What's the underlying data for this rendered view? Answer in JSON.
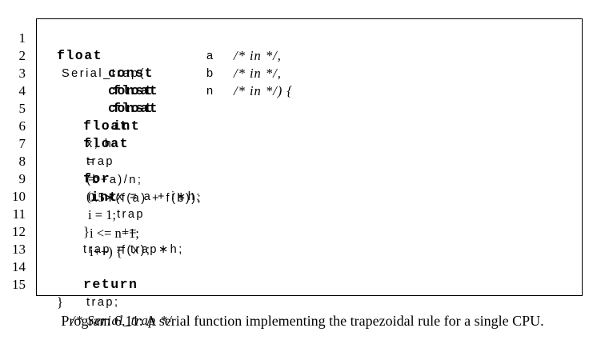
{
  "line_numbers": [
    "1",
    "2",
    "3",
    "4",
    "5",
    "6",
    "7",
    "8",
    "9",
    "10",
    "11",
    "12",
    "13",
    "14",
    "15"
  ],
  "code": {
    "l1": {
      "kw_float": "float",
      "fn_name": "Serial_trap("
    },
    "l2": {
      "kw_const": "const",
      "kw_float": "float",
      "var": "a",
      "comment": "/* in */,"
    },
    "l3": {
      "kw_const": "const",
      "kw_float": "float",
      "var": "b",
      "comment": "/* in */,"
    },
    "l4": {
      "kw_const": "const",
      "kw_int": "int",
      "var": "n",
      "comment": "/* in */) {"
    },
    "l5": {
      "kw_float": "float",
      "decl": "x, h",
      "eq": "=",
      "expr": "(b−a)/n;"
    },
    "l6": {
      "kw_float": "float",
      "var": "trap",
      "eq": "=",
      "num": "0.5∗",
      "expr": "(f(a) + f(b));"
    },
    "l8": {
      "kw_for": "for",
      "open": "(",
      "kw_int": "int",
      "init": "i = 1;",
      "cond": "i <= n−1;",
      "incr": "i++) {"
    },
    "l9": {
      "stmt": "x = a + i∗h;"
    },
    "l10": {
      "stmt_a": "trap",
      "op": "+=",
      "stmt_b": "f(x);"
    },
    "l11": {
      "brace": "}"
    },
    "l12": {
      "stmt": "trap = trap∗h;"
    },
    "l14": {
      "kw_return": "return",
      "var": "trap;"
    },
    "l15": {
      "brace": "}",
      "comment": "/* Serial_trap */"
    }
  },
  "caption": "Program 6.11: A serial function implementing the trapezoidal rule for a single CPU."
}
